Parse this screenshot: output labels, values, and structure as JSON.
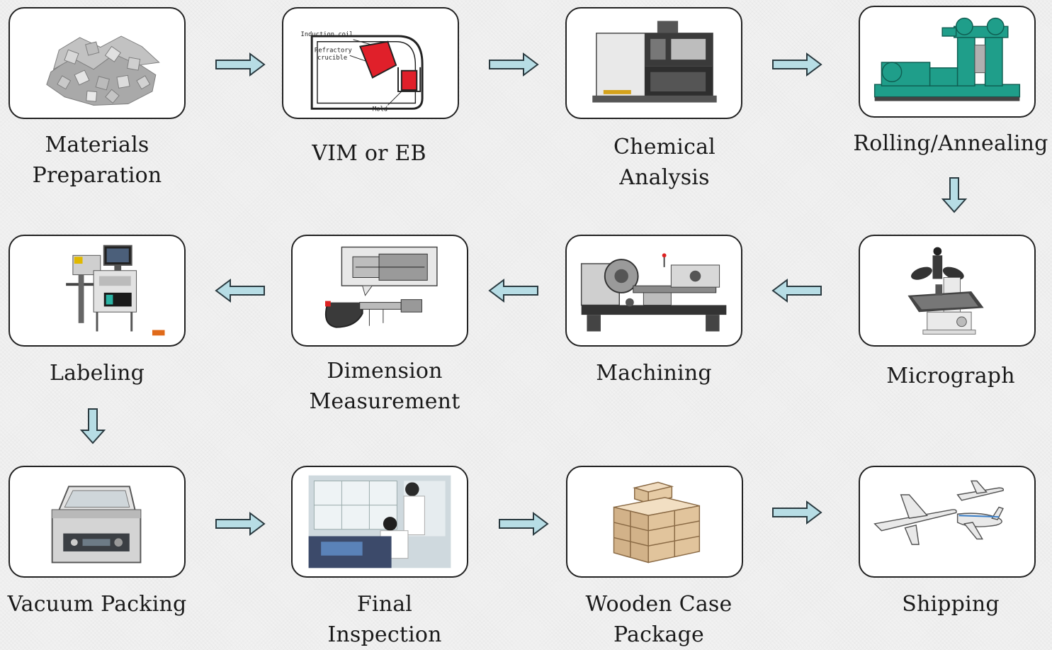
{
  "steps": [
    {
      "id": "materials-preparation",
      "lines": [
        "Materials",
        "Preparation"
      ],
      "icon": "metal-chips-icon"
    },
    {
      "id": "vim-or-eb",
      "lines": [
        "VIM or EB"
      ],
      "icon": "vacuum-furnace-diagram-icon",
      "diagram_labels": {
        "coil": "Induction coil",
        "crucible_1": "Refractory",
        "crucible_2": "crucible",
        "mold": "Mold"
      }
    },
    {
      "id": "chemical-analysis",
      "lines": [
        "Chemical",
        "Analysis"
      ],
      "icon": "spectrometer-icon"
    },
    {
      "id": "rolling-annealing",
      "lines": [
        "Rolling/Annealing"
      ],
      "icon": "rolling-mill-icon"
    },
    {
      "id": "micrograph",
      "lines": [
        "Micrograph"
      ],
      "icon": "microscope-icon"
    },
    {
      "id": "machining",
      "lines": [
        "Machining"
      ],
      "icon": "lathe-icon"
    },
    {
      "id": "dimension-measurement",
      "lines": [
        "Dimension",
        "Measurement"
      ],
      "icon": "micrometer-icon"
    },
    {
      "id": "labeling",
      "lines": [
        "Labeling"
      ],
      "icon": "laser-marking-machine-icon"
    },
    {
      "id": "vacuum-packing",
      "lines": [
        "Vacuum Packing"
      ],
      "icon": "vacuum-sealer-icon"
    },
    {
      "id": "final-inspection",
      "lines": [
        "Final",
        "Inspection"
      ],
      "icon": "lab-inspection-photo-icon"
    },
    {
      "id": "wooden-case-package",
      "lines": [
        "Wooden Case",
        "Package"
      ],
      "icon": "wooden-crates-icon"
    },
    {
      "id": "shipping",
      "lines": [
        "Shipping"
      ],
      "icon": "airplanes-icon"
    }
  ],
  "arrows": [
    {
      "from": "materials-preparation",
      "to": "vim-or-eb",
      "direction": "right"
    },
    {
      "from": "vim-or-eb",
      "to": "chemical-analysis",
      "direction": "right"
    },
    {
      "from": "chemical-analysis",
      "to": "rolling-annealing",
      "direction": "right"
    },
    {
      "from": "rolling-annealing",
      "to": "micrograph",
      "direction": "down"
    },
    {
      "from": "micrograph",
      "to": "machining",
      "direction": "left"
    },
    {
      "from": "machining",
      "to": "dimension-measurement",
      "direction": "left"
    },
    {
      "from": "dimension-measurement",
      "to": "labeling",
      "direction": "left"
    },
    {
      "from": "labeling",
      "to": "vacuum-packing",
      "direction": "down"
    },
    {
      "from": "vacuum-packing",
      "to": "final-inspection",
      "direction": "right"
    },
    {
      "from": "final-inspection",
      "to": "wooden-case-package",
      "direction": "right"
    },
    {
      "from": "wooden-case-package",
      "to": "shipping",
      "direction": "right"
    }
  ],
  "colors": {
    "background": "#f1f1f1",
    "box_border": "#222222",
    "arrow_fill": "#b7dde5",
    "arrow_stroke": "#2a3a40",
    "melt_red": "#e0202a",
    "machine_teal": "#1f9e8a"
  }
}
